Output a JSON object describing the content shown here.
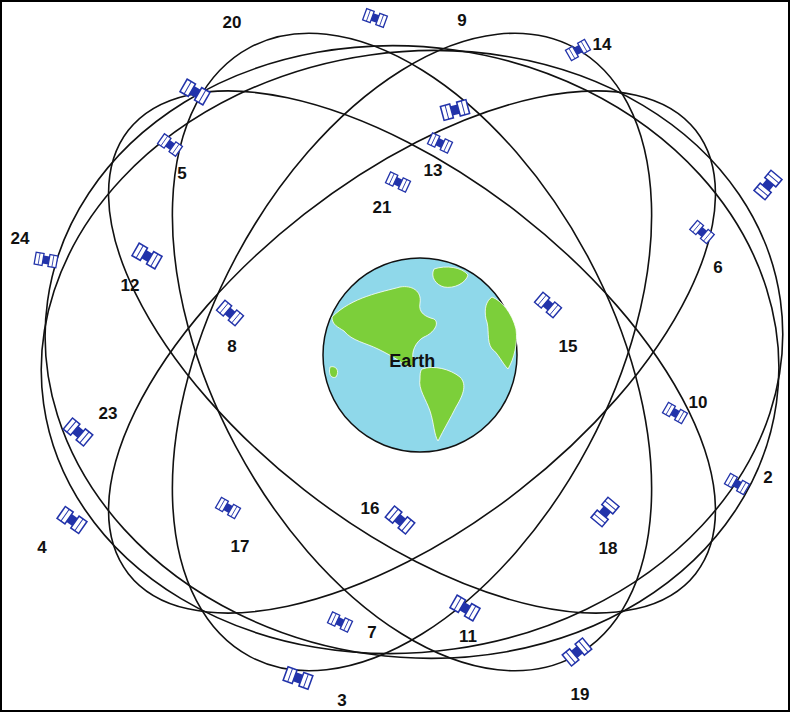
{
  "diagram": {
    "nodes": [
      {
        "text": [
          "Earth"
        ]
      }
    ],
    "labels": [
      "20",
      "9",
      "14",
      "5",
      "13",
      "21",
      "24",
      "12",
      "6",
      "8",
      "15",
      "23",
      "10",
      "2",
      "4",
      "17",
      "16",
      "18",
      "7",
      "11",
      "19",
      "3"
    ]
  }
}
